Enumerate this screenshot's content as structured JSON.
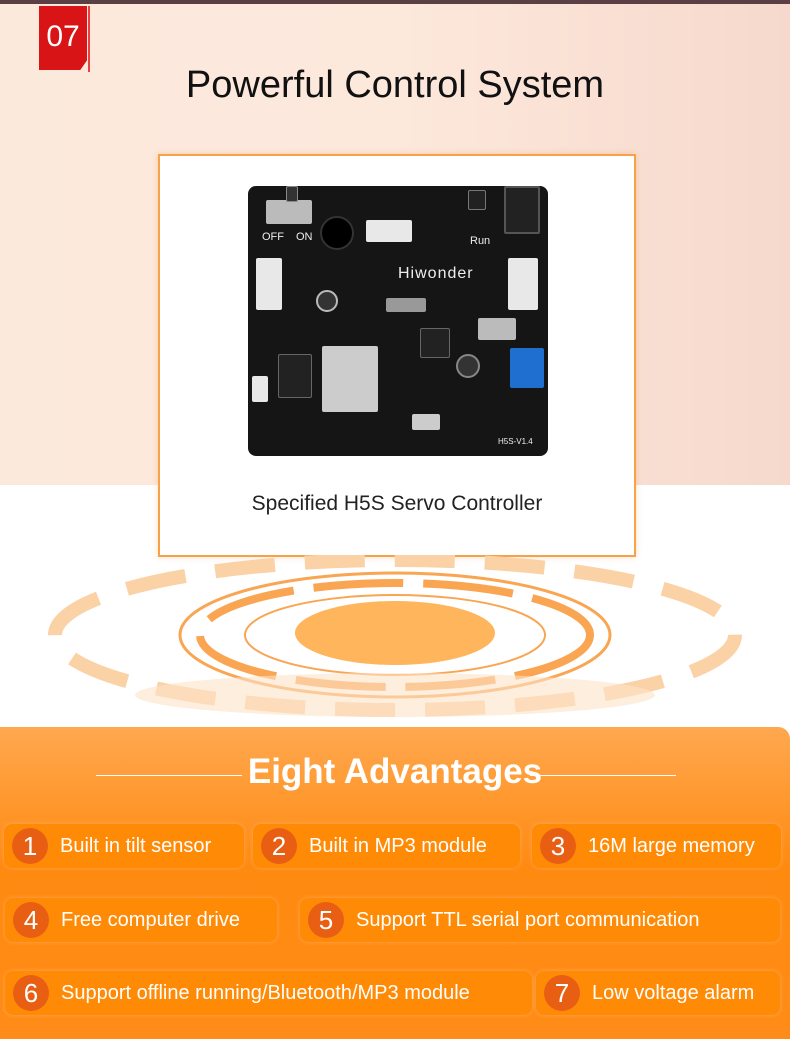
{
  "section_number": "07",
  "title": "Powerful Control System",
  "product": {
    "caption": "Specified H5S Servo Controller",
    "board_labels": {
      "brand": "Hiwonder",
      "off": "OFF",
      "on": "ON",
      "run": "Run",
      "version": "H5S-V1.4"
    }
  },
  "advantages": {
    "title": "Eight Advantages",
    "items": [
      {
        "num": "1",
        "label": "Built in tilt sensor"
      },
      {
        "num": "2",
        "label": "Built in MP3 module"
      },
      {
        "num": "3",
        "label": "16M large memory"
      },
      {
        "num": "4",
        "label": "Free computer drive"
      },
      {
        "num": "5",
        "label": "Support TTL serial port communication"
      },
      {
        "num": "6",
        "label": "Support offline running/Bluetooth/MP3 module"
      },
      {
        "num": "7",
        "label": "Low voltage alarm"
      }
    ]
  },
  "colors": {
    "accent": "#ff8a06",
    "badge": "#d81416"
  }
}
